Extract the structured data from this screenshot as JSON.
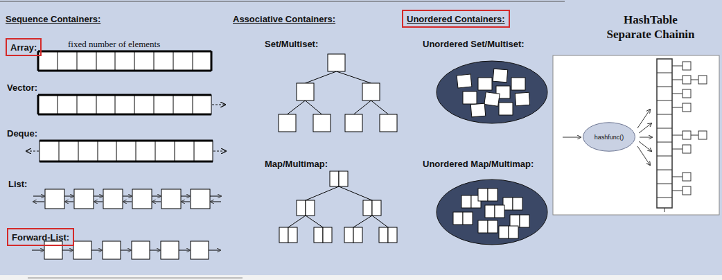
{
  "diagram": {
    "nodes": [
      {
        "text": [
          "Array:"
        ]
      },
      {
        "text": [
          "Unordered Containers:"
        ]
      },
      {
        "text": [
          "HashTable Separate Chainin"
        ]
      },
      {
        "text": [
          "hashfunc()"
        ],
        "in": 2
      },
      {
        "text": [
          "Forward-List:"
        ]
      }
    ],
    "labels": [
      "Sequence Containers:",
      "fixed number of elements",
      "Vector:",
      "Deque:",
      "List:",
      "Associative Containers:",
      "Set/Multiset:",
      "Map/Multimap:",
      "Unordered Set/Multiset:",
      "Unordered Map/Multimap:"
    ]
  }
}
